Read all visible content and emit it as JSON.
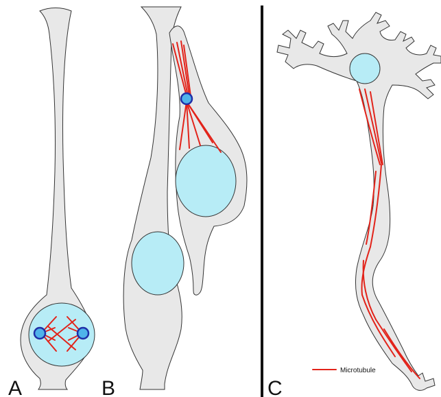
{
  "panels": [
    {
      "label": "A"
    },
    {
      "label": "B"
    },
    {
      "label": "C"
    }
  ],
  "legend": {
    "label": "Microtubule"
  },
  "colors": {
    "cell_fill": "#e8e8e8",
    "cell_stroke": "#333333",
    "nucleus_fill": "#b7ecf6",
    "microtubule": "#e2231a",
    "centrosome_fill": "#4fb3ea",
    "centrosome_stroke": "#1f2fa8",
    "divider": "#111111"
  }
}
